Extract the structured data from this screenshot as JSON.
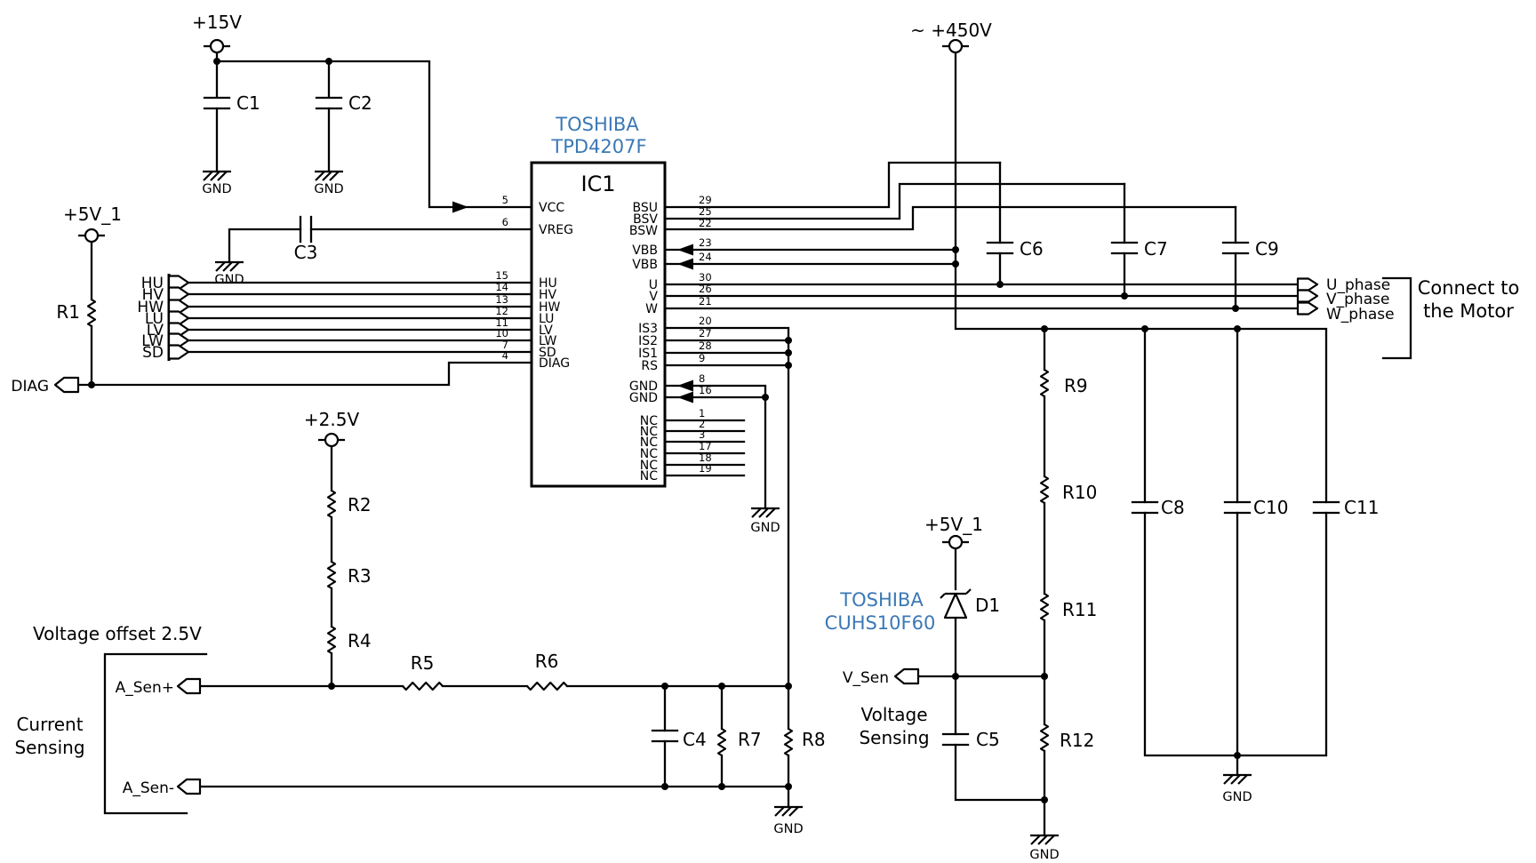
{
  "colors": {
    "accent_blue": "#3b78b5",
    "wire": "#000000",
    "background": "#ffffff"
  },
  "power": {
    "v15": "+15V",
    "v450": "~ +450V",
    "v25": "+2.5V",
    "v5_1": "+5V_1",
    "gnd": "GND"
  },
  "ic1": {
    "brand": "TOSHIBA",
    "part": "TPD4207F",
    "ref": "IC1",
    "left_pins": [
      {
        "num": "5",
        "name": "VCC"
      },
      {
        "num": "6",
        "name": "VREG"
      },
      {
        "num": "15",
        "name": "HU"
      },
      {
        "num": "14",
        "name": "HV"
      },
      {
        "num": "13",
        "name": "HW"
      },
      {
        "num": "12",
        "name": "LU"
      },
      {
        "num": "11",
        "name": "LV"
      },
      {
        "num": "10",
        "name": "LW"
      },
      {
        "num": "7",
        "name": "SD"
      },
      {
        "num": "4",
        "name": "DIAG"
      }
    ],
    "right_pins": [
      {
        "num": "29",
        "name": "BSU"
      },
      {
        "num": "25",
        "name": "BSV"
      },
      {
        "num": "22",
        "name": "BSW"
      },
      {
        "num": "23",
        "name": "VBB"
      },
      {
        "num": "24",
        "name": "VBB"
      },
      {
        "num": "30",
        "name": "U"
      },
      {
        "num": "26",
        "name": "V"
      },
      {
        "num": "21",
        "name": "W"
      },
      {
        "num": "20",
        "name": "IS3"
      },
      {
        "num": "27",
        "name": "IS2"
      },
      {
        "num": "28",
        "name": "IS1"
      },
      {
        "num": "9",
        "name": "RS"
      },
      {
        "num": "8",
        "name": "GND"
      },
      {
        "num": "16",
        "name": "GND"
      },
      {
        "num": "1",
        "name": "NC"
      },
      {
        "num": "2",
        "name": "NC"
      },
      {
        "num": "3",
        "name": "NC"
      },
      {
        "num": "17",
        "name": "NC"
      },
      {
        "num": "18",
        "name": "NC"
      },
      {
        "num": "19",
        "name": "NC"
      }
    ]
  },
  "d1": {
    "brand": "TOSHIBA",
    "part": "CUHS10F60",
    "ref": "D1"
  },
  "refs": {
    "r1": "R1",
    "r2": "R2",
    "r3": "R3",
    "r4": "R4",
    "r5": "R5",
    "r6": "R6",
    "r7": "R7",
    "r8": "R8",
    "r9": "R9",
    "r10": "R10",
    "r11": "R11",
    "r12": "R12",
    "c1": "C1",
    "c2": "C2",
    "c3": "C3",
    "c4": "C4",
    "c5": "C5",
    "c6": "C6",
    "c7": "C7",
    "c8": "C8",
    "c9": "C9",
    "c10": "C10",
    "c11": "C11"
  },
  "connectors": {
    "inputs": [
      "HU",
      "HV",
      "HW",
      "LU",
      "LV",
      "LW",
      "SD"
    ],
    "diag": "DIAG",
    "a_sen_plus": "A_Sen+",
    "a_sen_minus": "A_Sen-",
    "v_sen": "V_Sen",
    "phases": [
      "U_phase",
      "V_phase",
      "W_phase"
    ]
  },
  "annotations": {
    "voltage_offset": "Voltage offset 2.5V",
    "current_sensing_line1": "Current",
    "current_sensing_line2": "Sensing",
    "voltage_sensing_line1": "Voltage",
    "voltage_sensing_line2": "Sensing",
    "connect_motor_line1": "Connect to",
    "connect_motor_line2": "the Motor"
  }
}
